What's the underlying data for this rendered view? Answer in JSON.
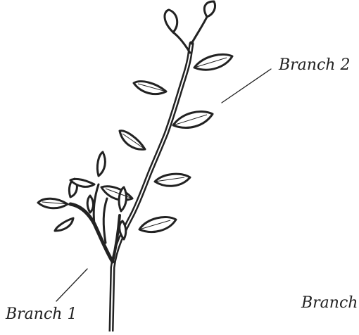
{
  "labels": {
    "branch_2": "Branch 2",
    "branch_1": "Branch 1",
    "branch_3_partial": "Branch"
  },
  "colors": {
    "ink": "#222222",
    "leaf_fill": "#ffffff",
    "background": "#ffffff"
  }
}
